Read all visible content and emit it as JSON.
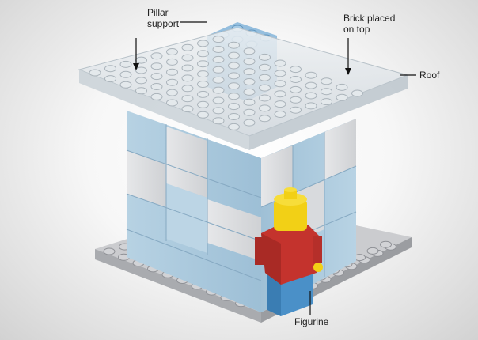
{
  "labels": {
    "pillar_support": "Pillar\nsupport",
    "brick_on_top": "Brick placed\non top",
    "roof": "Roof",
    "figurine": "Figurine"
  },
  "colors": {
    "baseplate": "#c9c9cb",
    "brick_blue": "#a8c6d9",
    "brick_grey": "#d7d8da",
    "roof": "#dde2e6",
    "pillar": "#8ab8db",
    "figurine_head": "#f2d016",
    "figurine_torso": "#c4332d",
    "figurine_legs": "#4a90c8"
  }
}
